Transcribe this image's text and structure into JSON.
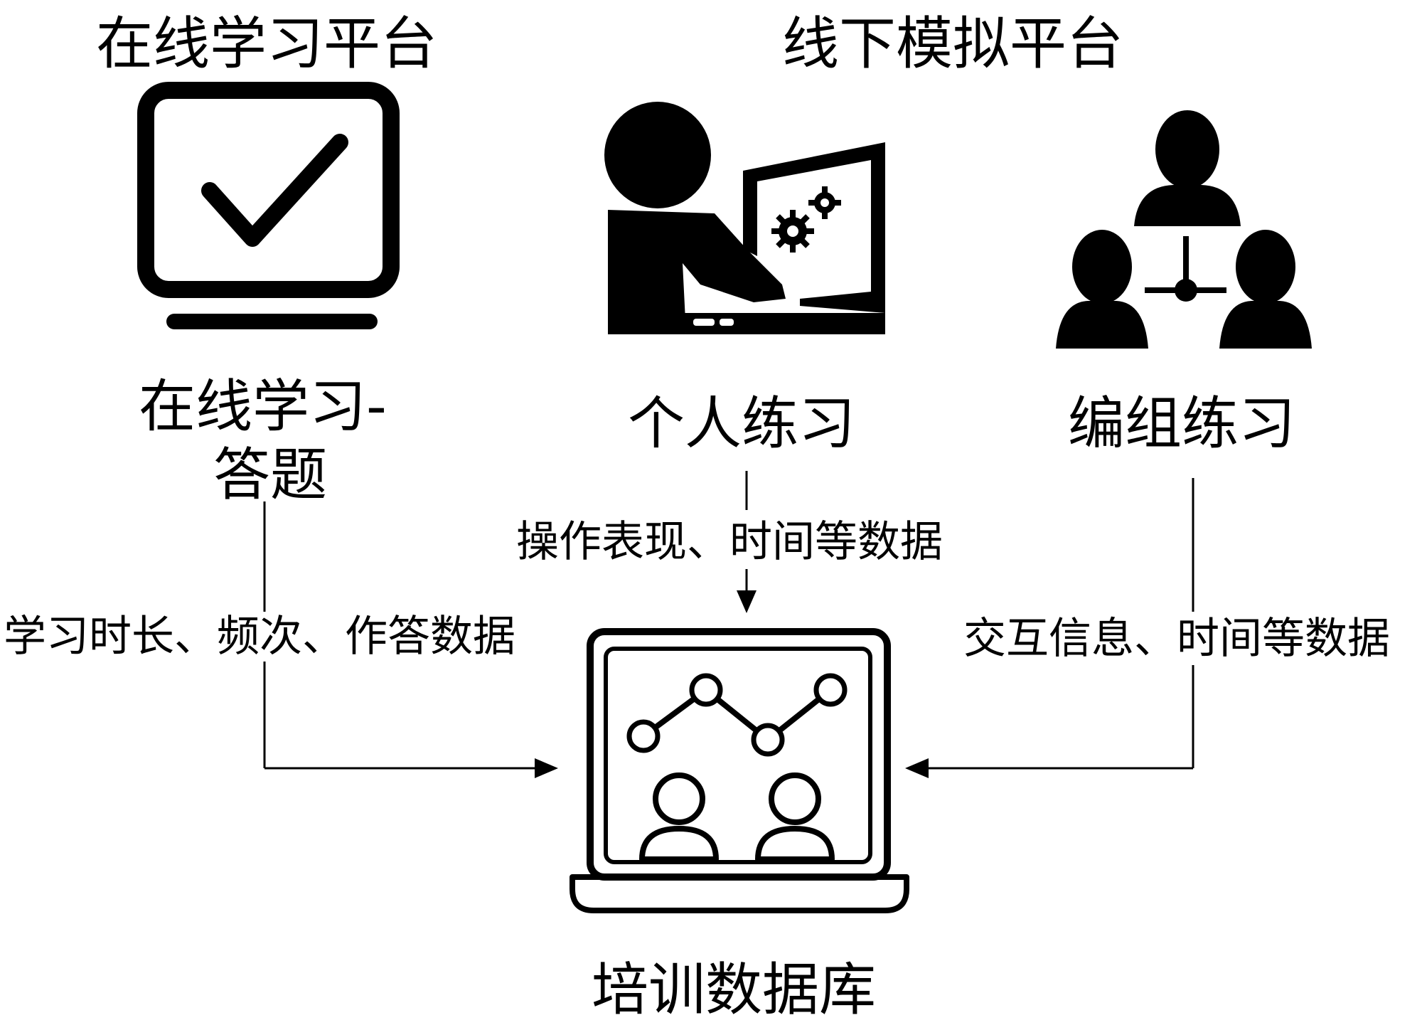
{
  "platforms": {
    "online": "在线学习平台",
    "offline": "线下模拟平台"
  },
  "nodes": {
    "online_quiz_line1": "在线学习-",
    "online_quiz_line2": "答题",
    "personal_practice": "个人练习",
    "group_practice": "编组练习",
    "training_db": "培训数据库"
  },
  "edges": {
    "online_to_db": "学习时长、频次、作答数据",
    "personal_to_db": "操作表现、时间等数据",
    "group_to_db": "交互信息、时间等数据"
  },
  "icons": {
    "online": "monitor-check-icon",
    "personal": "person-at-computer-icon",
    "group": "team-network-icon",
    "database": "laptop-chart-people-icon"
  },
  "colors": {
    "ink": "#000000",
    "background": "#ffffff"
  }
}
